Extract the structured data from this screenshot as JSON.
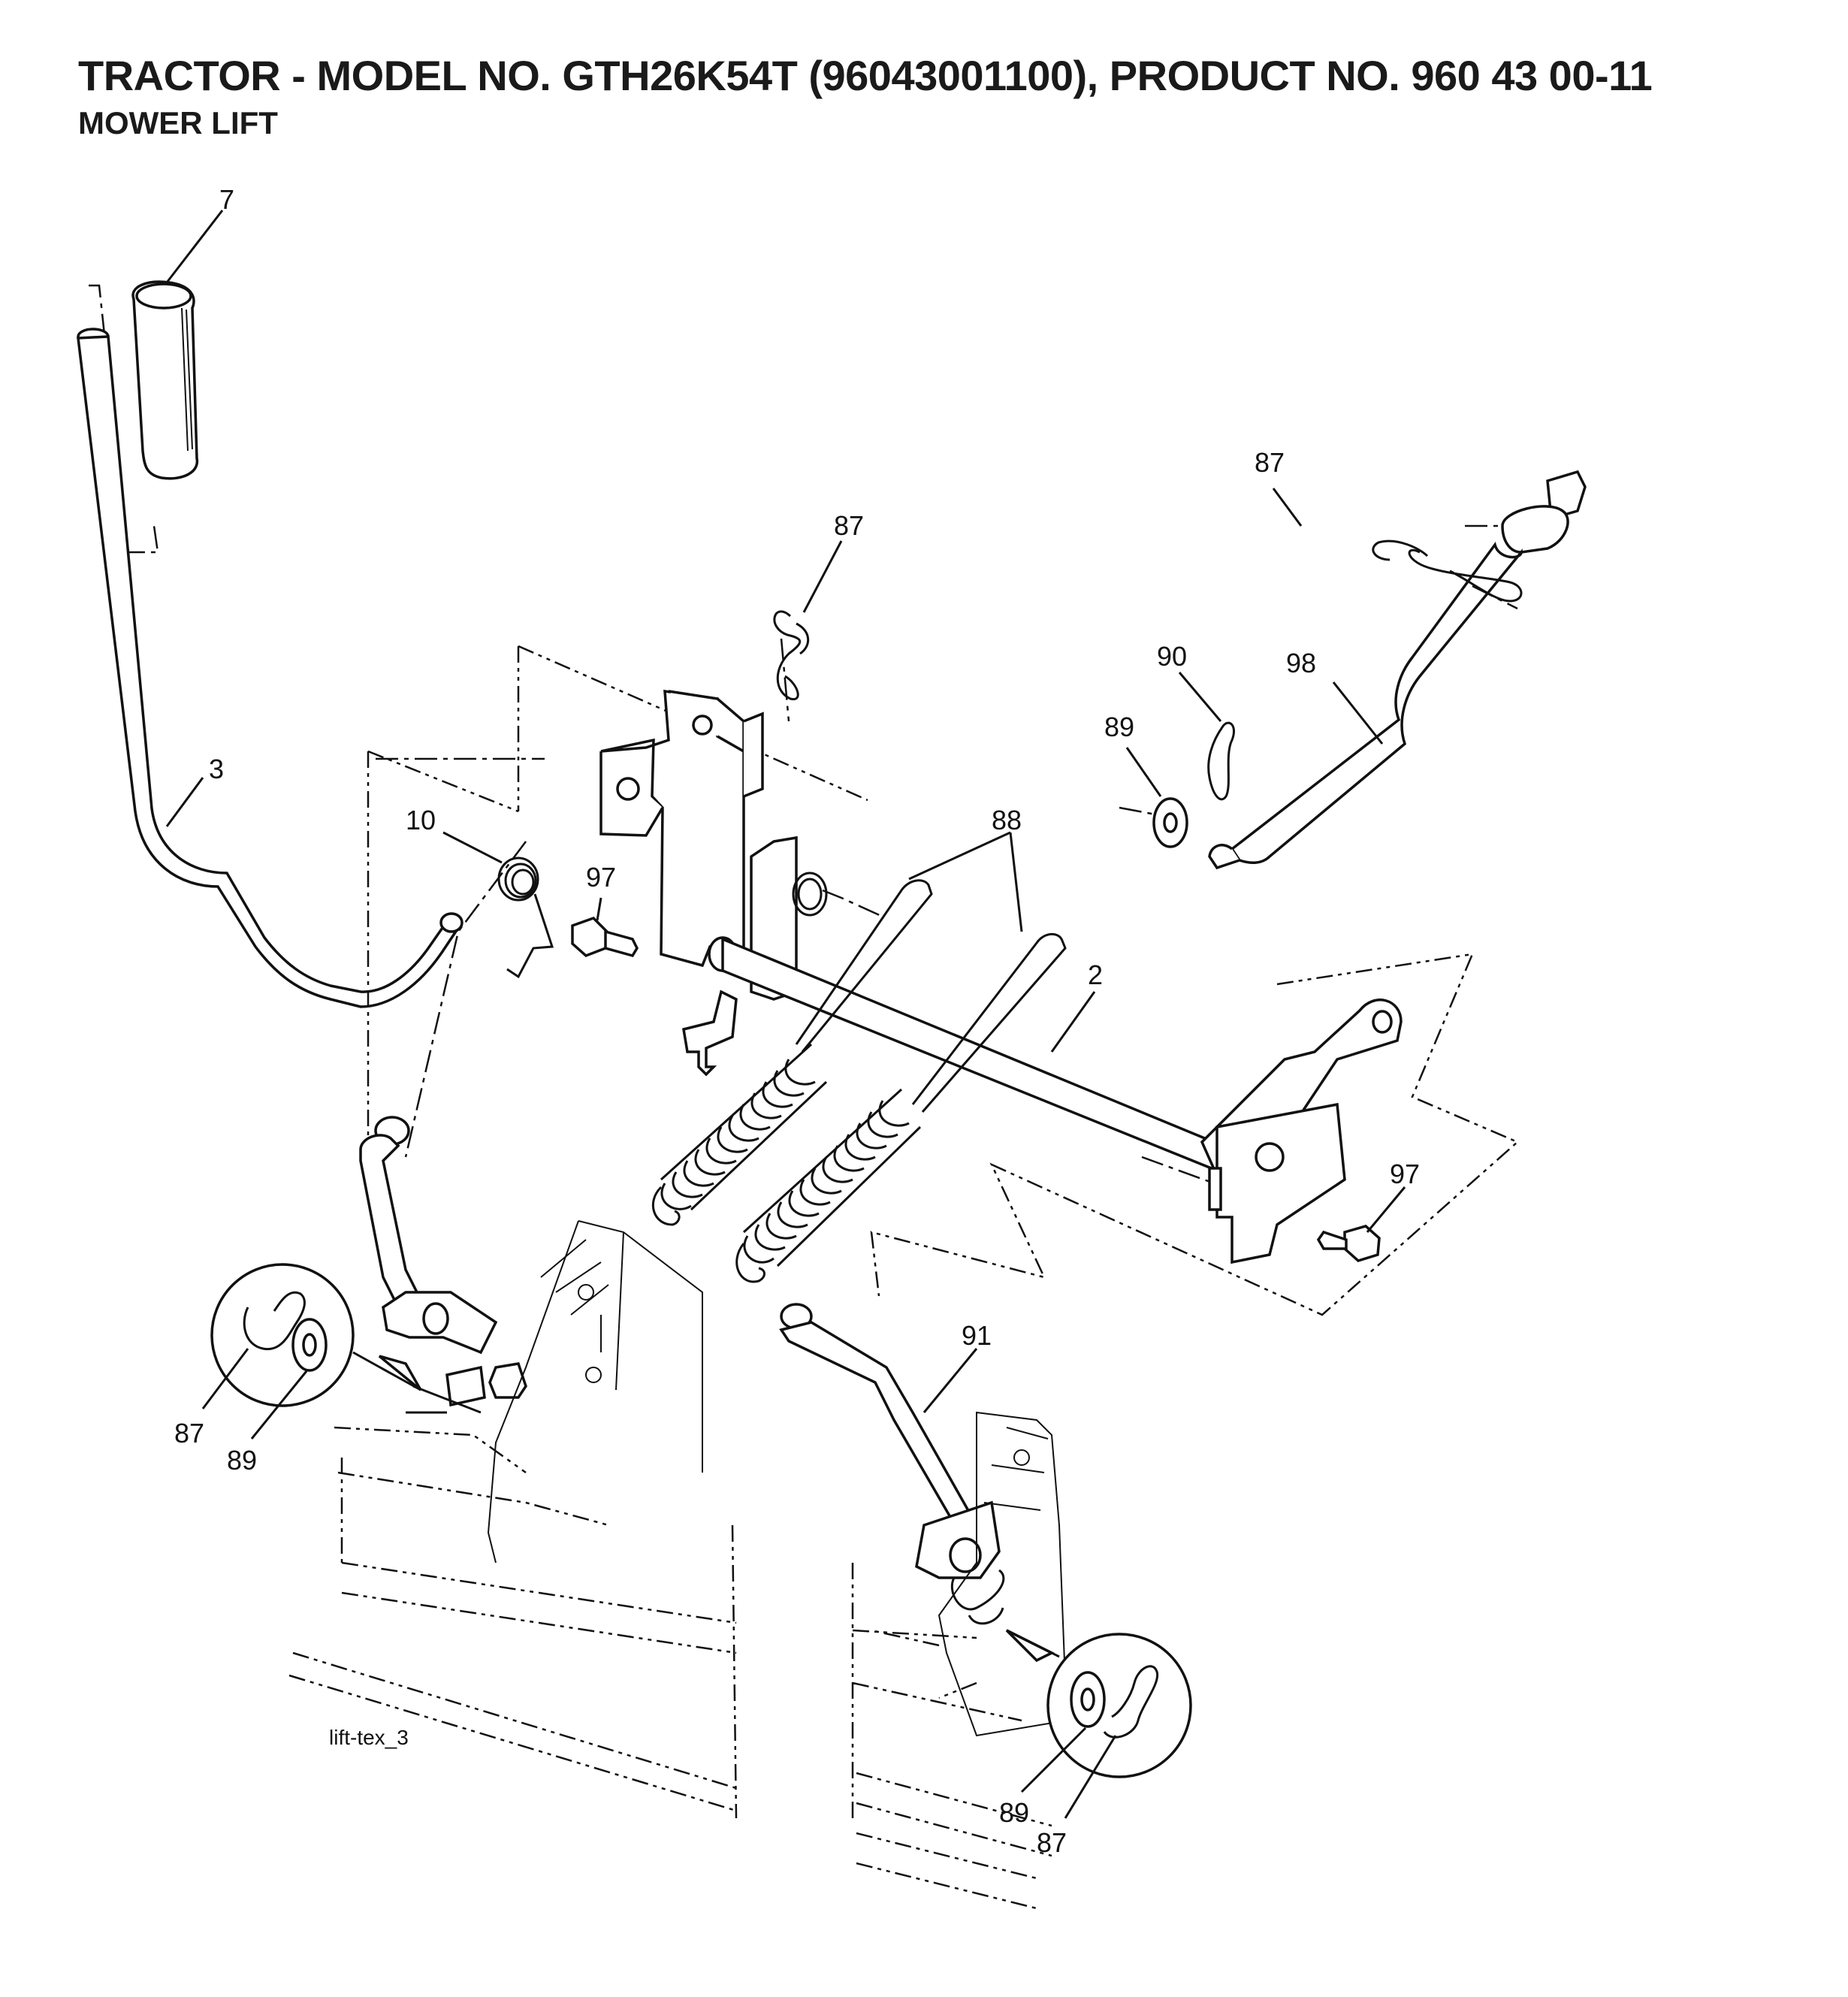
{
  "header": {
    "title": "TRACTOR - MODEL NO. GTH26K54T (96043001100), PRODUCT NO. 960 43 00-11",
    "subtitle": "MOWER LIFT"
  },
  "callouts": {
    "c7": "7",
    "c3": "3",
    "c10": "10",
    "c97a": "97",
    "c87top": "87",
    "c87right": "87",
    "c90": "90",
    "c98": "98",
    "c89right": "89",
    "c88": "88",
    "c2": "2",
    "c97b": "97",
    "c91": "91",
    "c87left": "87",
    "c89left": "89",
    "c89bottom": "89",
    "c87bottom": "87"
  },
  "figure_ref": "lift-tex_3"
}
